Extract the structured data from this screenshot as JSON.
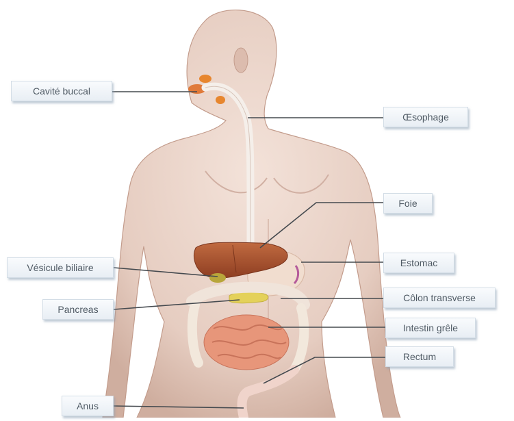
{
  "figure": {
    "labels": {
      "cavite_buccal": "Cavité buccal",
      "oesophage": "Œsophage",
      "foie": "Foie",
      "vesicule_biliaire": "Vésicule biliaire",
      "estomac": "Estomac",
      "pancreas": "Pancreas",
      "colon_transverse": "Côlon transverse",
      "intestin_grele": "Intestin grêle",
      "rectum": "Rectum",
      "anus": "Anus"
    },
    "colors": {
      "skin": "#e9d2c7",
      "skin_shadow": "#cfaea0",
      "liver": "#a8532f",
      "stomach": "#f1ddcf",
      "intestine": "#e7967a",
      "gallbladder": "#b8a63b",
      "pancreas": "#e4d15a",
      "oral": "#e7862e",
      "esophagus": "#f4eee9",
      "leader_line": "#454a4f"
    }
  }
}
